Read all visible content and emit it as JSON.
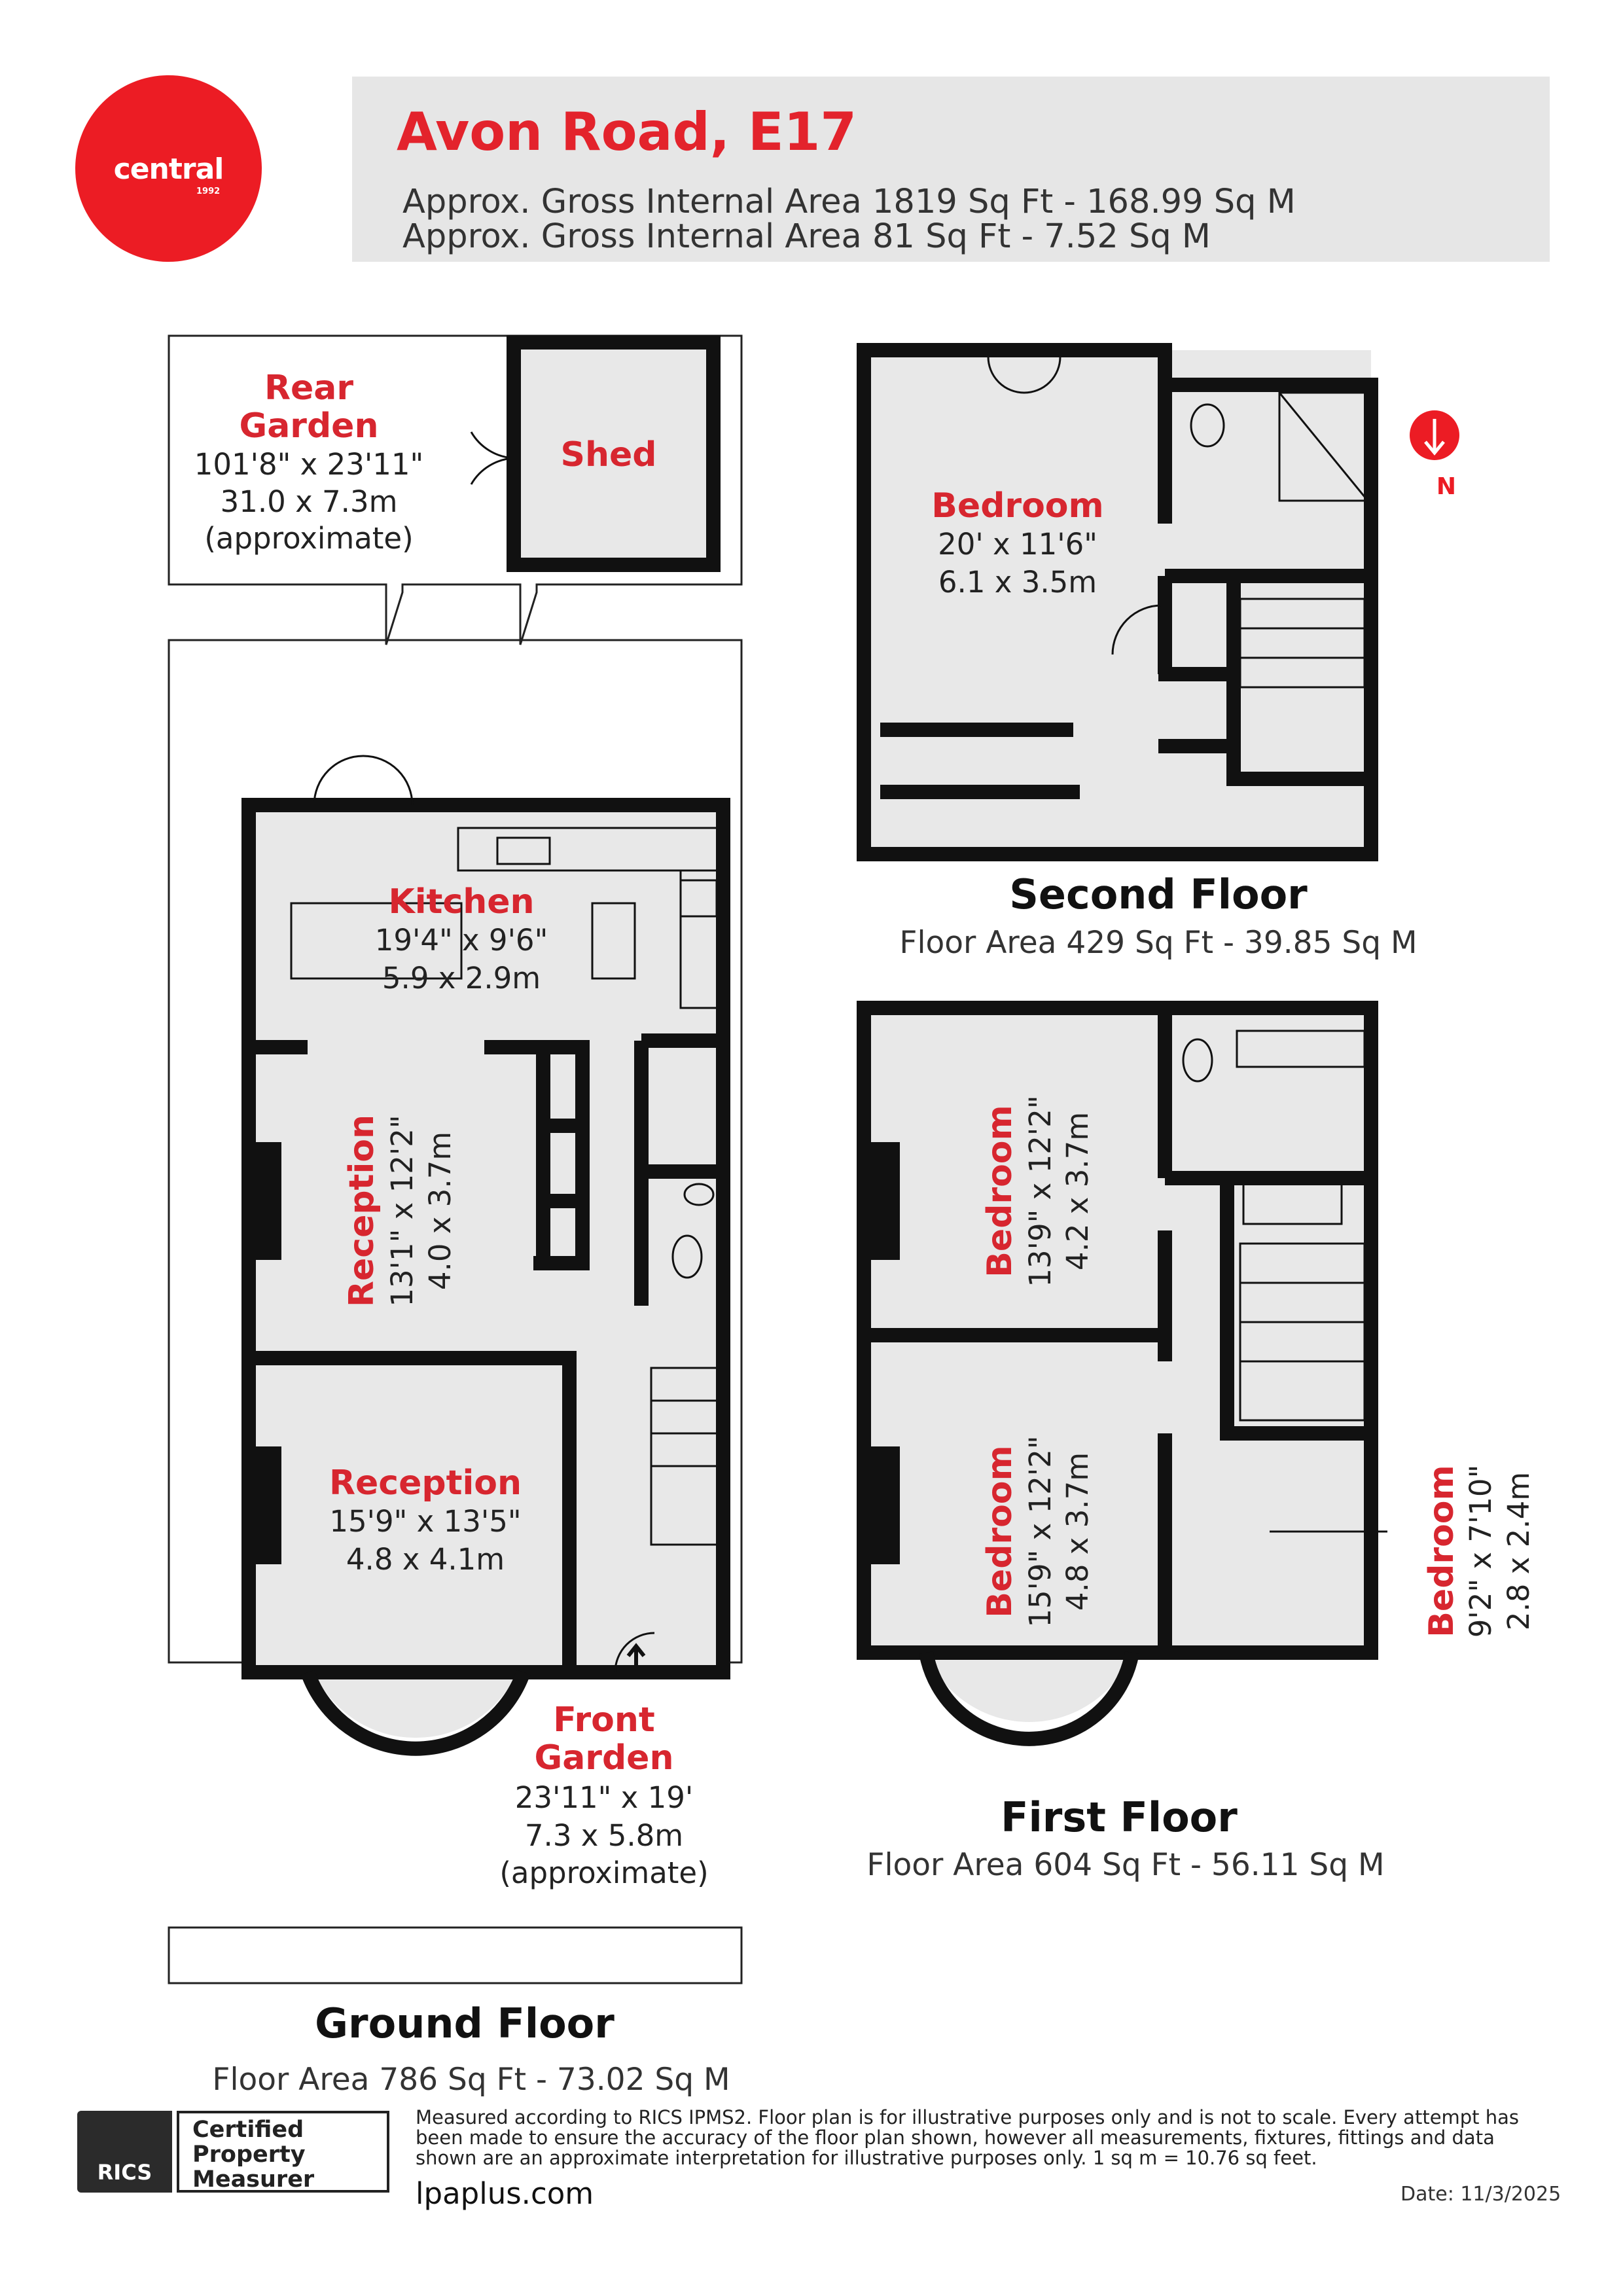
{
  "brand": {
    "name": "central",
    "year": "1992"
  },
  "header": {
    "title": "Avon Road, E17",
    "area_line1": "Approx. Gross Internal Area 1819 Sq Ft - 168.99 Sq M",
    "area_line2": "Approx. Gross Internal Area 81 Sq Ft - 7.52 Sq M"
  },
  "compass": {
    "label": "N"
  },
  "ground_floor": {
    "title": "Ground Floor",
    "area": "Floor Area 786 Sq Ft - 73.02 Sq M",
    "rooms": {
      "rear_garden": {
        "name1": "Rear",
        "name2": "Garden",
        "dim1": "101'8\" x 23'11\"",
        "dim2": "31.0 x 7.3m",
        "dim3": "(approximate)"
      },
      "shed": {
        "name": "Shed"
      },
      "kitchen": {
        "name": "Kitchen",
        "dim1": "19'4\" x 9'6\"",
        "dim2": "5.9 x 2.9m"
      },
      "reception_rear": {
        "name": "Reception",
        "dim1": "13'1\" x 12'2\"",
        "dim2": "4.0 x 3.7m"
      },
      "reception_front": {
        "name": "Reception",
        "dim1": "15'9\" x 13'5\"",
        "dim2": "4.8 x 4.1m"
      },
      "front_garden": {
        "name1": "Front",
        "name2": "Garden",
        "dim1": "23'11\" x 19'",
        "dim2": "7.3 x 5.8m",
        "dim3": "(approximate)"
      }
    }
  },
  "second_floor": {
    "title": "Second Floor",
    "area": "Floor Area 429 Sq Ft - 39.85 Sq M",
    "rooms": {
      "bedroom": {
        "name": "Bedroom",
        "dim1": "20' x 11'6\"",
        "dim2": "6.1 x 3.5m"
      }
    }
  },
  "first_floor": {
    "title": "First Floor",
    "area": "Floor Area 604 Sq Ft - 56.11 Sq M",
    "rooms": {
      "bedroom_rear": {
        "name": "Bedroom",
        "dim1": "13'9\" x 12'2\"",
        "dim2": "4.2 x 3.7m"
      },
      "bedroom_front": {
        "name": "Bedroom",
        "dim1": "15'9\" x 12'2\"",
        "dim2": "4.8 x 3.7m"
      },
      "bedroom_small": {
        "name": "Bedroom",
        "dim1": "9'2\" x 7'10\"",
        "dim2": "2.8 x 2.4m"
      }
    }
  },
  "footer": {
    "rics_line1": "Certified",
    "rics_line2": "Property",
    "rics_line3": "Measurer",
    "rics_mark": "RICS",
    "disclaimer": "Measured according to RICS IPMS2. Floor plan is for illustrative purposes only and is not to scale. Every attempt has been made to ensure the accuracy of the floor plan shown, however all measurements, fixtures, fittings and data shown are an approximate interpretation for illustrative purposes only. 1 sq m = 10.76 sq feet.",
    "website": "lpaplus.com",
    "date": "Date: 11/3/2025"
  },
  "colors": {
    "brand_red": "#ec1c24",
    "label_red": "#d7262f",
    "wall": "#111111",
    "room_fill": "#e8e8e8"
  }
}
